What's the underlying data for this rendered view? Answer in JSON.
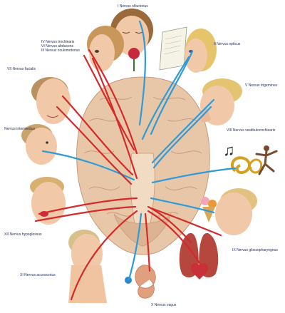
{
  "colors": {
    "nerve_red": "#d42a2a",
    "nerve_blue": "#2f9ad8",
    "brain": "#e8c7a8",
    "brain_shade": "#d9a98a",
    "skin": "#f2c9a8",
    "hair_brown": "#8a5a34",
    "hair_blond": "#e6c46a",
    "label_text": "#1e2a5a"
  },
  "labels": {
    "n1": "I Nervus olfactorius",
    "n2": "II  Nervus opticus",
    "n4": "IV Nervus trochlearis",
    "n6": "VI Nervus abducens",
    "n3": "III Nervus oculomotorius",
    "n5": "V  Nervus trigeminus",
    "n7": "VII  Nervus facialis",
    "ni": "Nervus intermedius",
    "n8": "VIII Nervus vestibulocochlearis",
    "n9": "IX  Nervus glossopharyngeus",
    "n10": "X  Nervus vagus",
    "n11": "XI Nervus accessorius",
    "n12": "XII  Nervus hypoglossus"
  }
}
